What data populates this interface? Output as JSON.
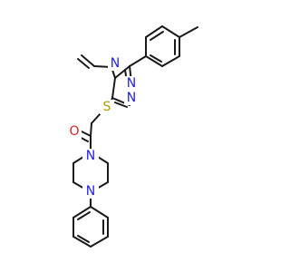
{
  "molecule": {
    "atoms": [
      {
        "id": "N1",
        "symbol": "N",
        "color": "#1f1fe0"
      },
      {
        "id": "N2",
        "symbol": "N",
        "color": "#1f1fe0"
      },
      {
        "id": "N3",
        "symbol": "N",
        "color": "#1f1fe0"
      },
      {
        "id": "N4",
        "symbol": "N",
        "color": "#1f1fe0"
      },
      {
        "id": "N5",
        "symbol": "N",
        "color": "#1f1fe0"
      },
      {
        "id": "S1",
        "symbol": "S",
        "color": "#b59b00"
      },
      {
        "id": "O1",
        "symbol": "O",
        "color": "#e01f1f"
      }
    ],
    "bond_color": "#1a1a1a"
  }
}
